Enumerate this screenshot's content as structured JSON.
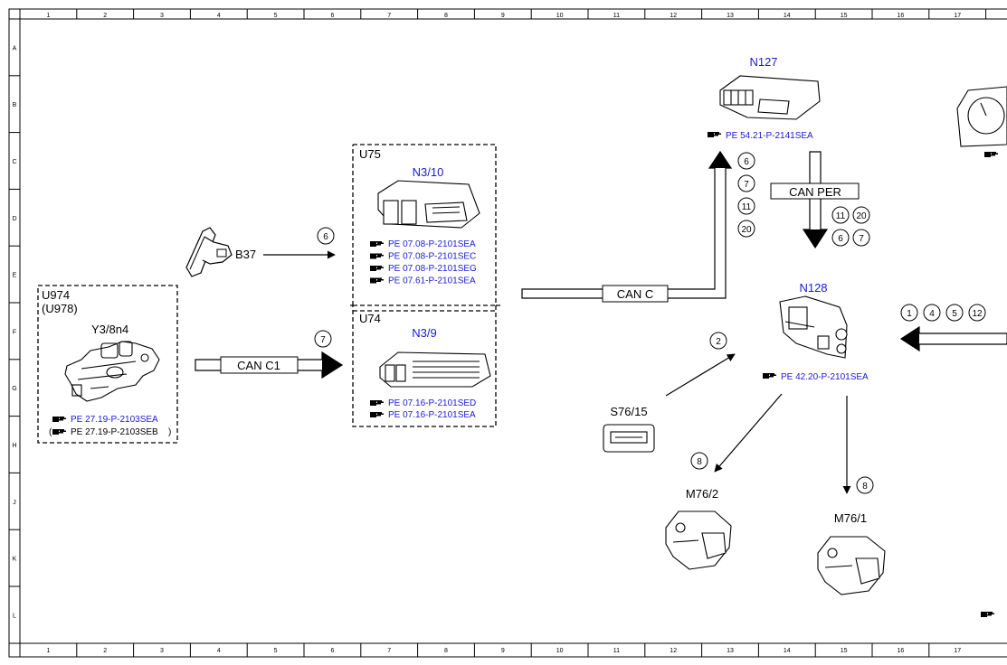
{
  "columns": [
    "1",
    "2",
    "3",
    "4",
    "5",
    "6",
    "7",
    "8",
    "9",
    "10",
    "11",
    "12",
    "13",
    "14",
    "15",
    "16",
    "17"
  ],
  "rows": [
    "A",
    "B",
    "C",
    "D",
    "E",
    "F",
    "G",
    "H",
    "J",
    "K",
    "L"
  ],
  "components": {
    "u974": {
      "label": "U974",
      "alt": "(U978)",
      "name": "Y3/8n4",
      "refs": [
        "PE 27.19-P-2103SEA",
        "PE 27.19-P-2103SEB"
      ],
      "ref_prefix": "(",
      "ref_suffix": ")"
    },
    "b37": {
      "name": "B37"
    },
    "u75": {
      "label": "U75",
      "name": "N3/10",
      "refs": [
        "PE 07.08-P-2101SEA",
        "PE 07.08-P-2101SEC",
        "PE 07.08-P-2101SEG",
        "PE 07.61-P-2101SEA"
      ]
    },
    "u74": {
      "label": "U74",
      "name": "N3/9",
      "refs": [
        "PE 07.16-P-2101SED",
        "PE 07.16-P-2101SEA"
      ]
    },
    "n127": {
      "name": "N127",
      "refs": [
        "PE 54.21-P-2141SEA"
      ]
    },
    "n128": {
      "name": "N128",
      "refs": [
        "PE 42.20-P-2101SEA"
      ]
    },
    "s76_15": {
      "name": "S76/15"
    },
    "m76_2": {
      "name": "M76/2"
    },
    "m76_1": {
      "name": "M76/1"
    }
  },
  "buses": {
    "can_c1": "CAN C1",
    "can_c": "CAN C",
    "can_per": "CAN PER"
  },
  "signals": {
    "b37": "6",
    "can_c1": "7",
    "n127_list": [
      "6",
      "7",
      "11",
      "20"
    ],
    "per_row1": [
      "11",
      "20"
    ],
    "per_row2": [
      "6",
      "7"
    ],
    "s76": "2",
    "m76_2": "8",
    "m76_1": "8",
    "right_list": [
      "1",
      "4",
      "5",
      "12"
    ]
  },
  "colors": {
    "ref_text": "#1a1ad6",
    "ink": "#000000"
  },
  "icons": {
    "ref": "pointing-hand-icon"
  }
}
